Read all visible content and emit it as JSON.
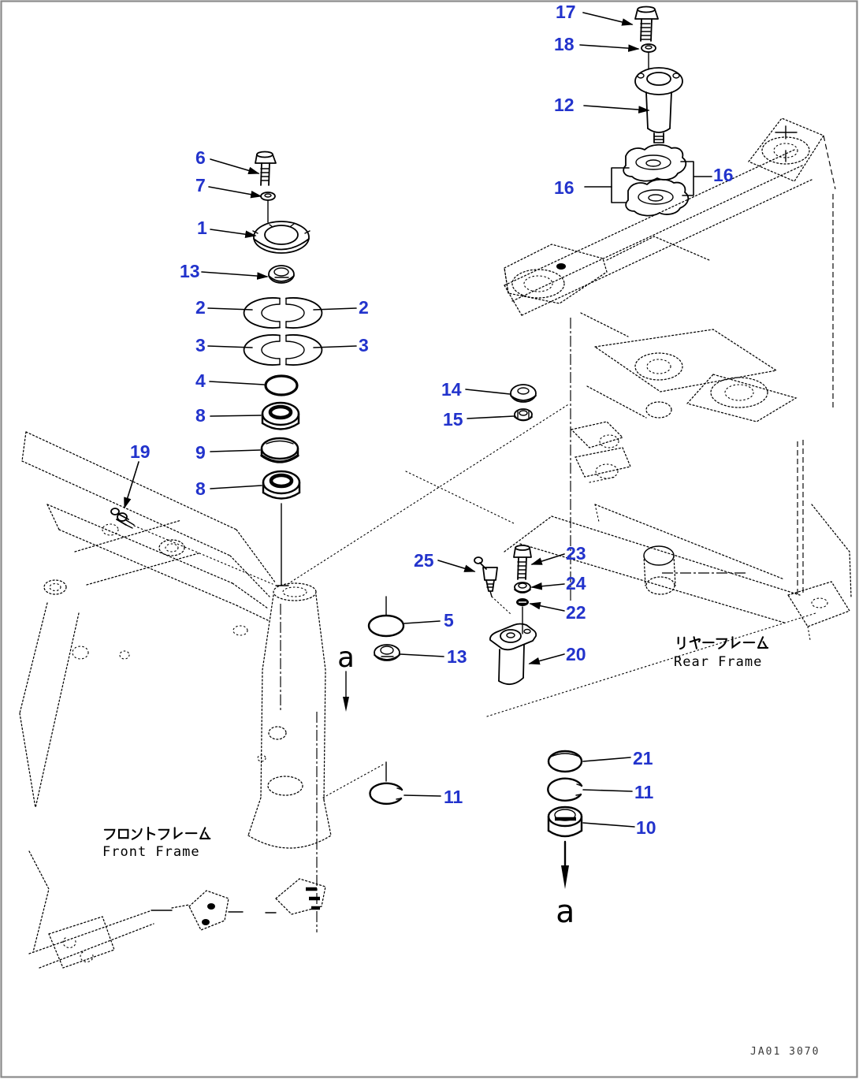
{
  "page": {
    "background": "#ffffff",
    "border_color": "#8a8a8a",
    "drawing_number": "JA01 3070"
  },
  "colors": {
    "callout": "#2233cc",
    "line": "#000000"
  },
  "frames": {
    "front": {
      "label_jp": "フロントフレーム",
      "label_en": "Front Frame"
    },
    "rear": {
      "label_jp": "リヤーフレーム",
      "label_en": "Rear Frame"
    }
  },
  "section_markers": {
    "front": "a",
    "bottom": "a"
  },
  "callouts": [
    {
      "label": "17"
    },
    {
      "label": "18"
    },
    {
      "label": "12"
    },
    {
      "label": "16"
    },
    {
      "label": "16"
    },
    {
      "label": "6"
    },
    {
      "label": "7"
    },
    {
      "label": "1"
    },
    {
      "label": "13"
    },
    {
      "label": "2"
    },
    {
      "label": "2"
    },
    {
      "label": "3"
    },
    {
      "label": "3"
    },
    {
      "label": "4"
    },
    {
      "label": "8"
    },
    {
      "label": "9"
    },
    {
      "label": "8"
    },
    {
      "label": "19"
    },
    {
      "label": "14"
    },
    {
      "label": "15"
    },
    {
      "label": "25"
    },
    {
      "label": "23"
    },
    {
      "label": "24"
    },
    {
      "label": "22"
    },
    {
      "label": "20"
    },
    {
      "label": "5"
    },
    {
      "label": "13"
    },
    {
      "label": "11"
    },
    {
      "label": "21"
    },
    {
      "label": "11"
    },
    {
      "label": "10"
    }
  ]
}
